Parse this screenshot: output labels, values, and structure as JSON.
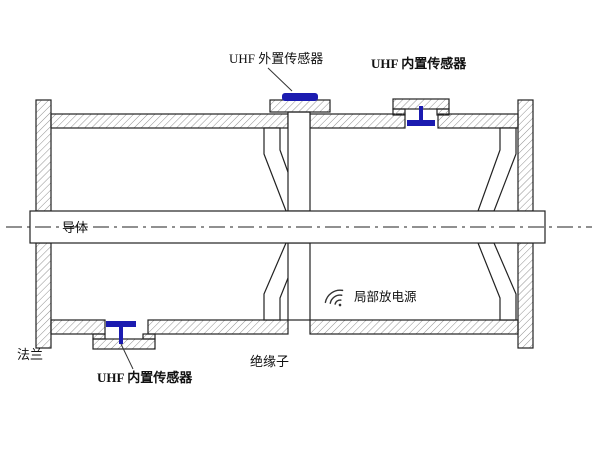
{
  "diagram": {
    "labels": {
      "external_sensor": "UHF 外置传感器",
      "internal_sensor_top": "UHF 内置传感器",
      "internal_sensor_bottom": "UHF 内置传感器",
      "conductor": "导体",
      "pd_source": "局部放电源",
      "flange": "法兰",
      "insulator": "绝缘子"
    },
    "colors": {
      "sensor_blue": "#1b1bb0",
      "line": "#222222",
      "hatch": "#909090",
      "background": "#ffffff"
    }
  }
}
